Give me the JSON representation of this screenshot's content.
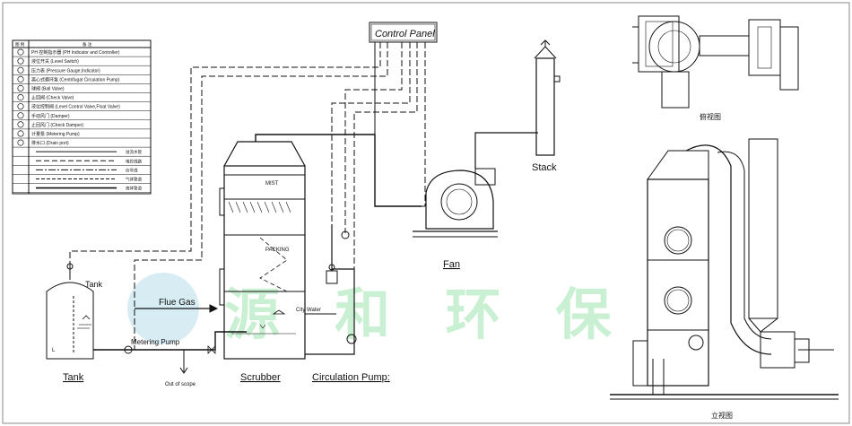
{
  "legend": {
    "header": [
      "图 例",
      "备 注"
    ],
    "rows": [
      {
        "symbol": "ph-icon",
        "text": "PH 控制指示器 (PH Indicator and Controller)"
      },
      {
        "symbol": "level-switch-icon",
        "text": "液位开关 (Level Switch)"
      },
      {
        "symbol": "pressure-gauge-icon",
        "text": "压力表 (Pressure Gauge,Indicator)"
      },
      {
        "symbol": "pump-icon",
        "text": "离心式循环泵 (Centrifugal Circulation Pump)"
      },
      {
        "symbol": "ball-valve-icon",
        "text": "球阀 (Ball Valve)"
      },
      {
        "symbol": "check-valve-icon",
        "text": "止回阀 (Check Valve)"
      },
      {
        "symbol": "float-valve-icon",
        "text": "液位控制阀 (Level Control Valve,Float Valve)"
      },
      {
        "symbol": "damper-icon",
        "text": "手动风门 (Damper)"
      },
      {
        "symbol": "check-damper-icon",
        "text": "止回风门 (Check Damper)"
      },
      {
        "symbol": "metering-pump-icon",
        "text": "计量泵 (Metering Pump)"
      },
      {
        "symbol": "drain-icon",
        "text": "排水口 (Drain port)"
      },
      {
        "symbol": "",
        "text": "溢流水管"
      },
      {
        "symbol": "",
        "text": "电控线路"
      },
      {
        "symbol": "",
        "text": "信号线"
      },
      {
        "symbol": "",
        "text": "气体管道"
      },
      {
        "symbol": "",
        "text": "液体管道"
      }
    ]
  },
  "labels": {
    "control_panel": "Control Panel",
    "stack": "Stack",
    "fan": "Fan",
    "tank_top": "Tank",
    "tank": "Tank",
    "scrubber": "Scrubber",
    "circulation_pump": "Circulation Pump:",
    "flue_gas": "Flue Gas",
    "metering_pump": "Metering Pump",
    "out_of_scope": "Out of scope",
    "city_water": "City Water",
    "mist": "MIST",
    "packing": "PACKING",
    "tank_level": "L",
    "top_view": "俯视图",
    "elevation_view": "立视图"
  },
  "watermark": {
    "text": "源 和 环 保"
  }
}
